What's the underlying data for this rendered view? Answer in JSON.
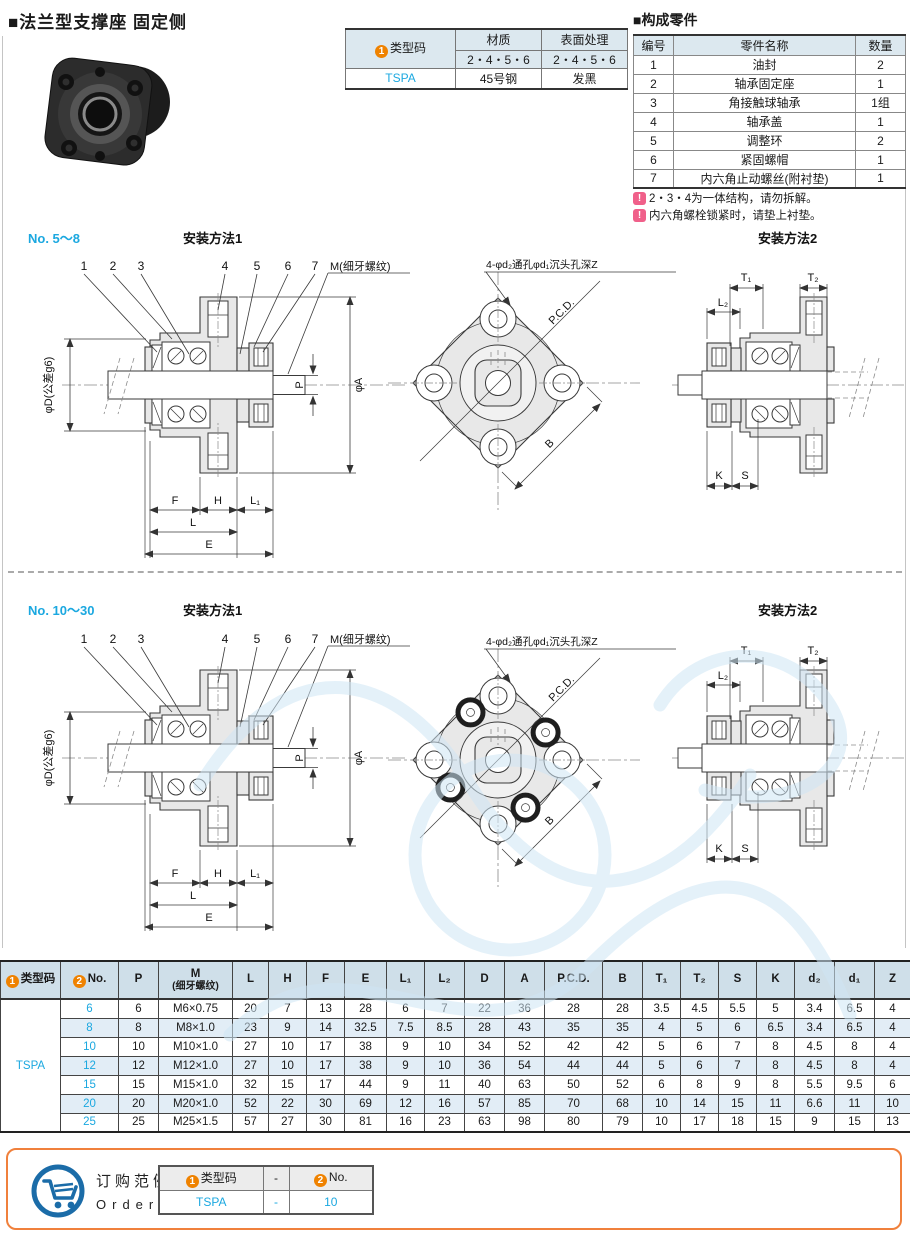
{
  "page": {
    "title": "■法兰型支撑座 固定侧",
    "parts_title": "■构成零件"
  },
  "type_table": {
    "badge1": "1",
    "type_header": "类型码",
    "material_header": "材质",
    "surface_header": "表面处理",
    "material_sizes": "2・4・5・6",
    "surface_sizes": "2・4・5・6",
    "type_code": "TSPA",
    "material": "45号钢",
    "surface": "发黑"
  },
  "parts": {
    "headers": [
      "编号",
      "零件名称",
      "数量"
    ],
    "rows": [
      [
        "1",
        "油封",
        "2"
      ],
      [
        "2",
        "轴承固定座",
        "1"
      ],
      [
        "3",
        "角接触球轴承",
        "1组"
      ],
      [
        "4",
        "轴承盖",
        "1"
      ],
      [
        "5",
        "调整环",
        "2"
      ],
      [
        "6",
        "紧固螺帽",
        "1"
      ],
      [
        "7",
        "内六角止动螺丝(附衬垫)",
        "1"
      ]
    ],
    "notes": [
      "2・3・4为一体结构，请勿拆解。",
      "内六角螺栓锁紧时，请垫上衬垫。"
    ]
  },
  "sections": [
    {
      "range": "No. 5～8",
      "method1": "安装方法1",
      "method2": "安装方法2"
    },
    {
      "range": "No. 10～30",
      "method1": "安装方法1",
      "method2": "安装方法2"
    }
  ],
  "drawing": {
    "leaders": [
      "1",
      "2",
      "3",
      "4",
      "5",
      "6",
      "7"
    ],
    "thread": "M(细牙螺纹)",
    "hole_note": "4-φd₂通孔φd₁沉头孔深Z",
    "pcd": "P.C.D.",
    "b": "B",
    "phiD": "φD(公差g6)",
    "phiA": "φA",
    "p": "P",
    "f": "F",
    "h": "H",
    "l1": "L₁",
    "l": "L",
    "e": "E",
    "t1": "T₁",
    "t2": "T₂",
    "l2": "L₂",
    "k": "K",
    "s": "S"
  },
  "spec_table": {
    "badge1": "1",
    "badge2": "2",
    "h_type": "类型码",
    "h_no": "No.",
    "h_p": "P",
    "h_m1": "M",
    "h_m2": "(细牙螺纹)",
    "h_l": "L",
    "h_h": "H",
    "h_f": "F",
    "h_e": "E",
    "h_l1": "L₁",
    "h_l2": "L₂",
    "h_d": "D",
    "h_a": "A",
    "h_pcd": "P.C.D.",
    "h_b": "B",
    "h_t1": "T₁",
    "h_t2": "T₂",
    "h_s": "S",
    "h_k": "K",
    "h_d2": "d₂",
    "h_d1": "d₁",
    "h_z": "Z",
    "type_code": "TSPA",
    "rows": [
      {
        "no": "6",
        "cells": [
          "6",
          "M6×0.75",
          "20",
          "7",
          "13",
          "28",
          "6",
          "7",
          "22",
          "36",
          "28",
          "28",
          "3.5",
          "4.5",
          "5.5",
          "5",
          "3.4",
          "6.5",
          "4"
        ]
      },
      {
        "no": "8",
        "cells": [
          "8",
          "M8×1.0",
          "23",
          "9",
          "14",
          "32.5",
          "7.5",
          "8.5",
          "28",
          "43",
          "35",
          "35",
          "4",
          "5",
          "6",
          "6.5",
          "3.4",
          "6.5",
          "4"
        ]
      },
      {
        "no": "10",
        "cells": [
          "10",
          "M10×1.0",
          "27",
          "10",
          "17",
          "38",
          "9",
          "10",
          "34",
          "52",
          "42",
          "42",
          "5",
          "6",
          "7",
          "8",
          "4.5",
          "8",
          "4"
        ]
      },
      {
        "no": "12",
        "cells": [
          "12",
          "M12×1.0",
          "27",
          "10",
          "17",
          "38",
          "9",
          "10",
          "36",
          "54",
          "44",
          "44",
          "5",
          "6",
          "7",
          "8",
          "4.5",
          "8",
          "4"
        ]
      },
      {
        "no": "15",
        "cells": [
          "15",
          "M15×1.0",
          "32",
          "15",
          "17",
          "44",
          "9",
          "11",
          "40",
          "63",
          "50",
          "52",
          "6",
          "8",
          "9",
          "8",
          "5.5",
          "9.5",
          "6"
        ]
      },
      {
        "no": "20",
        "cells": [
          "20",
          "M20×1.0",
          "52",
          "22",
          "30",
          "69",
          "12",
          "16",
          "57",
          "85",
          "70",
          "68",
          "10",
          "14",
          "15",
          "11",
          "6.6",
          "11",
          "10"
        ]
      },
      {
        "no": "25",
        "cells": [
          "25",
          "M25×1.5",
          "57",
          "27",
          "30",
          "81",
          "16",
          "23",
          "63",
          "98",
          "80",
          "79",
          "10",
          "17",
          "18",
          "15",
          "9",
          "15",
          "13"
        ]
      }
    ]
  },
  "order": {
    "label_cn": "订购范例",
    "label_en": "Order",
    "badge1": "1",
    "badge2": "2",
    "h_type": "类型码",
    "h_dash": "-",
    "h_no": "No.",
    "v_type": "TSPA",
    "v_dash": "-",
    "v_no": "10"
  },
  "colors": {
    "accent_blue": "#1ba8e0",
    "badge_orange": "#ef8200",
    "note_pink": "#f0608a",
    "order_border": "#f0803c",
    "cart_blue": "#1b6ca8"
  }
}
